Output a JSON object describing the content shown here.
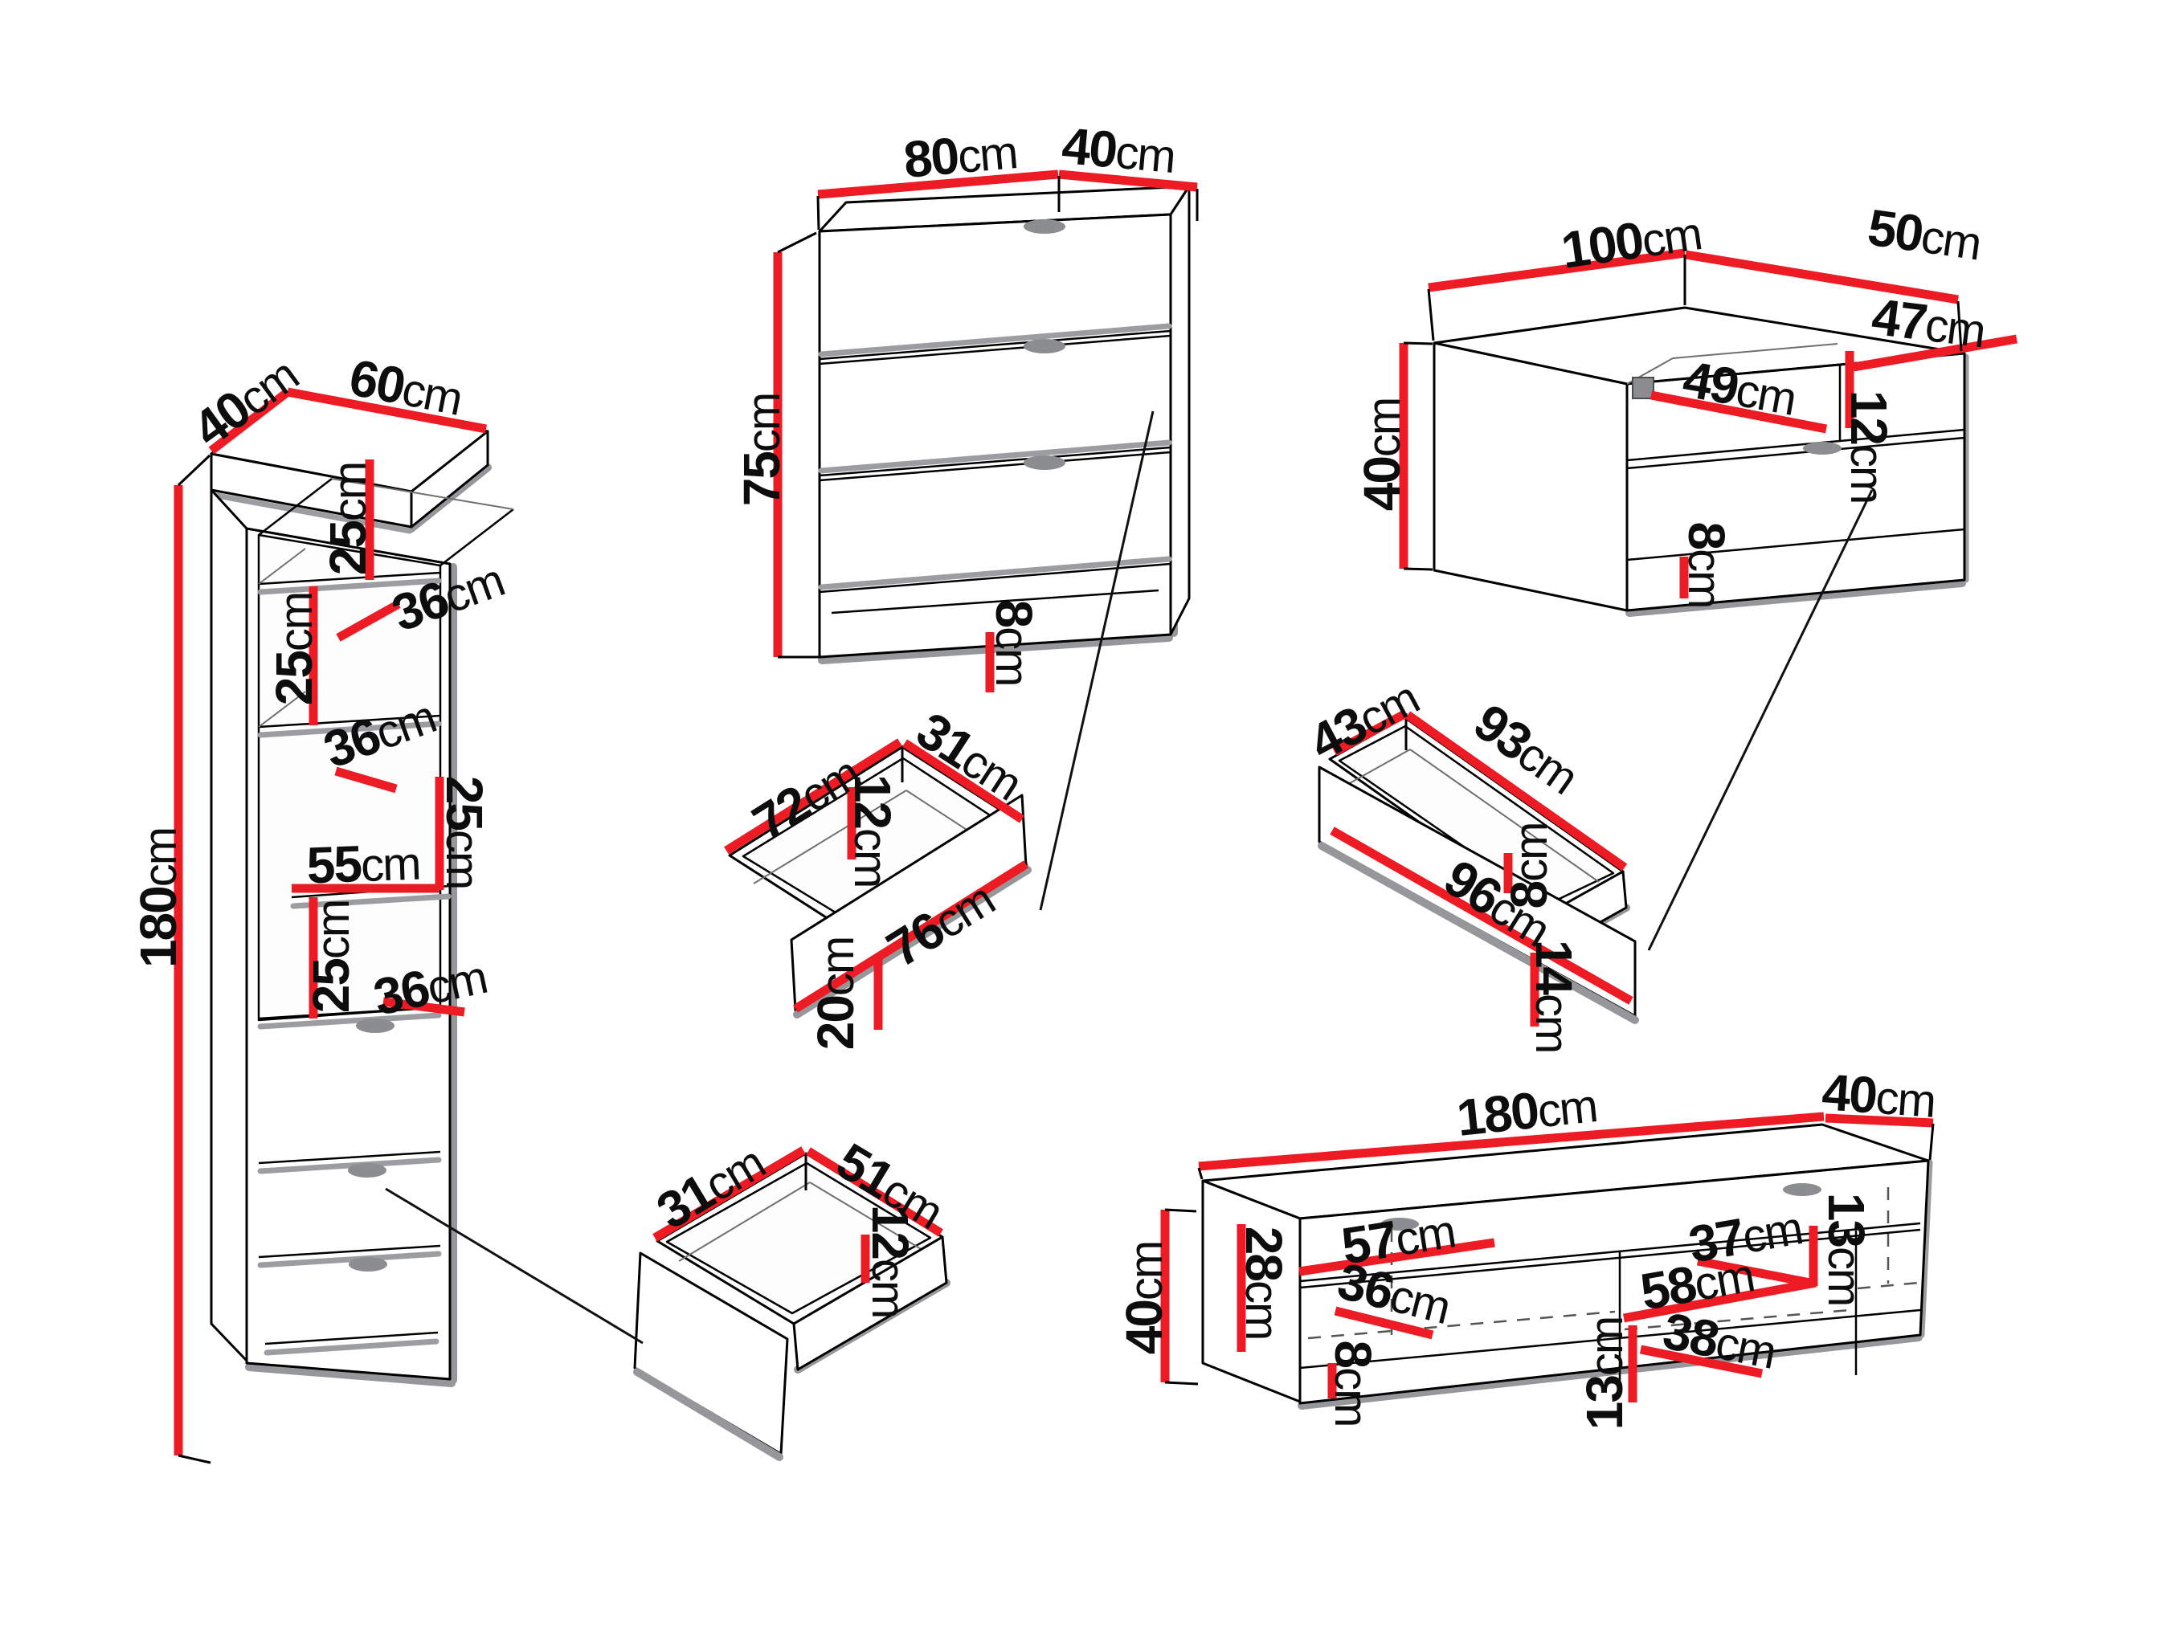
{
  "colors": {
    "dimension_line": "#ec1b24",
    "outline": "#000000",
    "shadow": "#95979a",
    "handle": "#8b8d90",
    "background": "#ffffff"
  },
  "furniture": {
    "bookcase": {
      "name": "tall bookcase",
      "dims": {
        "depth": {
          "v": "40",
          "u": "cm"
        },
        "width": {
          "v": "60",
          "u": "cm"
        },
        "height": {
          "v": "180",
          "u": "cm"
        },
        "sec1": {
          "v": "25",
          "u": "cm"
        },
        "d36a": {
          "v": "36",
          "u": "cm"
        },
        "sec2": {
          "v": "25",
          "u": "cm"
        },
        "d36b": {
          "v": "36",
          "u": "cm"
        },
        "sec3": {
          "v": "25",
          "u": "cm"
        },
        "w55": {
          "v": "55",
          "u": "cm"
        },
        "sec4": {
          "v": "25",
          "u": "cm"
        },
        "d36c": {
          "v": "36",
          "u": "cm"
        }
      }
    },
    "chest": {
      "name": "chest of drawers",
      "dims": {
        "width": {
          "v": "80",
          "u": "cm"
        },
        "depth": {
          "v": "40",
          "u": "cm"
        },
        "height": {
          "v": "75",
          "u": "cm"
        },
        "plinth": {
          "v": "8",
          "u": "cm"
        }
      }
    },
    "tv_small": {
      "name": "tv stand 100",
      "dims": {
        "width": {
          "v": "100",
          "u": "cm"
        },
        "depth": {
          "v": "50",
          "u": "cm"
        },
        "left": {
          "v": "49",
          "u": "cm"
        },
        "right": {
          "v": "47",
          "u": "cm"
        },
        "niche_h": {
          "v": "12",
          "u": "cm"
        },
        "height": {
          "v": "40",
          "u": "cm"
        },
        "plinth": {
          "v": "8",
          "u": "cm"
        }
      }
    },
    "drawer_chest": {
      "name": "chest drawer box",
      "dims": {
        "len": {
          "v": "72",
          "u": "cm"
        },
        "dep": {
          "v": "31",
          "u": "cm"
        },
        "inner_h": {
          "v": "12",
          "u": "cm"
        },
        "front_len": {
          "v": "76",
          "u": "cm"
        },
        "front_h": {
          "v": "20",
          "u": "cm"
        }
      }
    },
    "drawer_tv": {
      "name": "tv stand drawer box",
      "dims": {
        "dep": {
          "v": "43",
          "u": "cm"
        },
        "len": {
          "v": "93",
          "u": "cm"
        },
        "inner_h": {
          "v": "8",
          "u": "cm"
        },
        "front_len": {
          "v": "96",
          "u": "cm"
        },
        "front_h": {
          "v": "14",
          "u": "cm"
        }
      }
    },
    "drawer_bookcase": {
      "name": "bookcase drawer box",
      "dims": {
        "dep": {
          "v": "31",
          "u": "cm"
        },
        "len": {
          "v": "51",
          "u": "cm"
        },
        "inner_h": {
          "v": "12",
          "u": "cm"
        }
      }
    },
    "tv_large": {
      "name": "tv stand 180",
      "dims": {
        "width": {
          "v": "180",
          "u": "cm"
        },
        "depth_r": {
          "v": "40",
          "u": "cm"
        },
        "height": {
          "v": "40",
          "u": "cm"
        },
        "inner_h": {
          "v": "28",
          "u": "cm"
        },
        "c1": {
          "v": "57",
          "u": "cm"
        },
        "dep_in": {
          "v": "36",
          "u": "cm"
        },
        "plinth": {
          "v": "8",
          "u": "cm"
        },
        "h13l": {
          "v": "13",
          "u": "cm"
        },
        "c2": {
          "v": "58",
          "u": "cm"
        },
        "c3": {
          "v": "37",
          "u": "cm"
        },
        "c4": {
          "v": "38",
          "u": "cm"
        },
        "h13r": {
          "v": "13",
          "u": "cm"
        }
      }
    }
  }
}
